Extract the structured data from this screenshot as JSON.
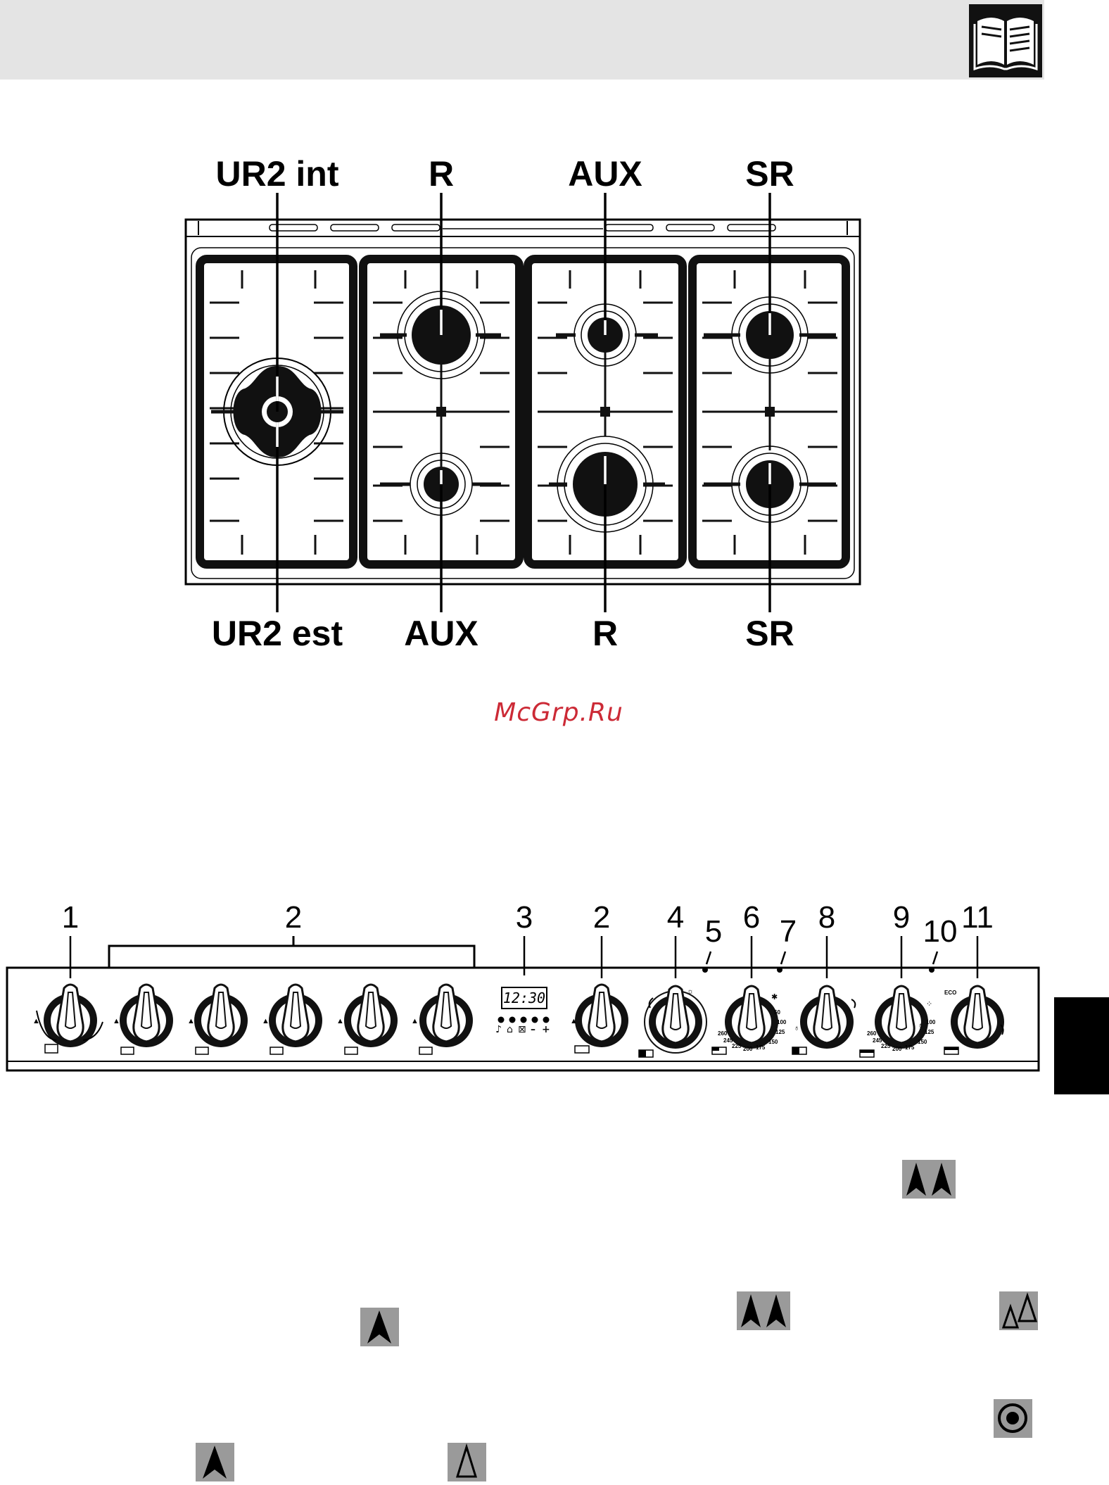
{
  "icons": {
    "header": "open-book-icon",
    "double_flame": "double-flame-icon",
    "single_flame": "flame-icon",
    "min_max_flame": "small-large-flame-icon",
    "hob_ring": "hotplate-icon",
    "outline_flame": "flame-outline-icon"
  },
  "colors": {
    "watermark": "#cc2a36",
    "header_band": "#e4e4e4",
    "symbol_bg": "#9a9a9a"
  },
  "hob": {
    "top_labels": [
      "UR2 int",
      "R",
      "AUX",
      "SR"
    ],
    "bottom_labels": [
      "UR2 est",
      "AUX",
      "R",
      "SR"
    ]
  },
  "watermark": "McGrp.Ru",
  "control_panel": {
    "numbers": [
      "1",
      "2",
      "3",
      "2",
      "4",
      "5",
      "6",
      "7",
      "8",
      "9",
      "10",
      "11"
    ],
    "clock_display": "12:30",
    "minus": "–",
    "plus": "+",
    "thermostat_dial_1": [
      "260",
      "245",
      "225",
      "200",
      "175",
      "150",
      "125",
      "100",
      "50"
    ],
    "thermostat_dial_2": [
      "260",
      "245",
      "225",
      "200",
      "175",
      "150",
      "125",
      "100"
    ],
    "eco_label": "ECO"
  }
}
